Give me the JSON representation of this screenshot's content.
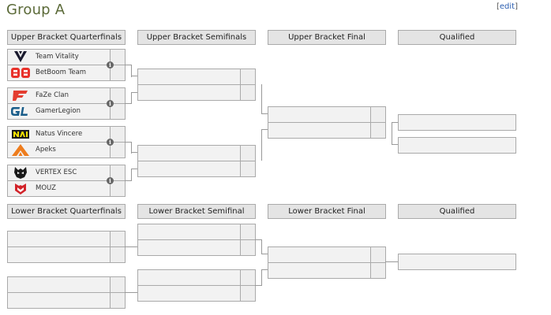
{
  "group_title": "Group A",
  "edit": {
    "open": "[",
    "label": "edit",
    "close": "]"
  },
  "headers": {
    "ubqf": "Upper Bracket Quarterfinals",
    "ubsf": "Upper Bracket Semifinals",
    "ubf": "Upper Bracket Final",
    "q1": "Qualified",
    "lbqf": "Lower Bracket Quarterfinals",
    "lbsf": "Lower Bracket Semifinal",
    "lbf": "Lower Bracket Final",
    "q2": "Qualified"
  },
  "teams": [
    {
      "name": "Team Vitality",
      "logo": "vitality-logo"
    },
    {
      "name": "BetBoom Team",
      "logo": "betboom-logo"
    },
    {
      "name": "FaZe Clan",
      "logo": "faze-logo"
    },
    {
      "name": "GamerLegion",
      "logo": "gamerlegion-logo"
    },
    {
      "name": "Natus Vincere",
      "logo": "navi-logo"
    },
    {
      "name": "Apeks",
      "logo": "apeks-logo"
    },
    {
      "name": "VERTEX ESC",
      "logo": "vertex-logo"
    },
    {
      "name": "MOUZ",
      "logo": "mouz-logo"
    }
  ],
  "info_glyph": "i",
  "colors": {
    "title": "#5b6a38",
    "header_bg": "#e4e4e4",
    "slot_bg": "#f2f2f2",
    "border": "#aaaaaa",
    "link": "#2a5db0",
    "vitality": "#1a1a2e",
    "betboom": "#e8322b",
    "faze": "#e43d30",
    "gamerlegion": "#1a5d8a",
    "navi": "#f4e300",
    "apeks": "#ee7d1e",
    "mouz": "#d2232a"
  }
}
